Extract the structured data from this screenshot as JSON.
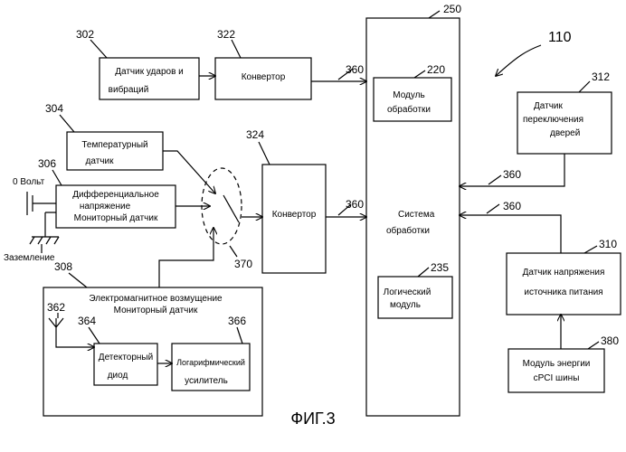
{
  "figure": {
    "caption": "ФИГ.3",
    "ref": "110"
  },
  "blocks": {
    "shock_sensor": {
      "ref": "302",
      "line1": "Датчик ударов и",
      "line2": "вибраций"
    },
    "converter_top": {
      "ref": "322",
      "label": "Конвертор"
    },
    "temp_sensor": {
      "ref": "304",
      "line1": "Температурный",
      "line2": "датчик"
    },
    "diff_monitor": {
      "ref": "306",
      "line1": "Дифференциальное",
      "line2": "напряжение",
      "line3": "Мониторный датчик",
      "zero_volt": "0 Вольт",
      "ground": "Заземление"
    },
    "converter_mid": {
      "ref": "324",
      "label": "Конвертор"
    },
    "switch": {
      "ref": "370"
    },
    "em_monitor": {
      "ref": "308",
      "line1": "Электромагнитное возмущение",
      "line2": "Мониторный датчик"
    },
    "antenna": {
      "ref": "362"
    },
    "detector_diode": {
      "ref": "364",
      "line1": "Детекторный",
      "line2": "диод"
    },
    "log_amplifier": {
      "ref": "366",
      "line1": "Логарифмический",
      "line2": "усилитель"
    },
    "processing_system": {
      "ref": "250",
      "line1": "Система",
      "line2": "обработки"
    },
    "processing_module": {
      "ref": "220",
      "line1": "Модуль",
      "line2": "обработки"
    },
    "logic_module": {
      "ref": "235",
      "line1": "Логический",
      "line2": "модуль"
    },
    "door_sensor": {
      "ref": "312",
      "line1": "Датчик",
      "line2": "переключения",
      "line3": "дверей"
    },
    "voltage_sensor": {
      "ref": "310",
      "line1": "Датчик напряжения",
      "line2": "источника питания"
    },
    "cpci_module": {
      "ref": "380",
      "line1": "Модуль энергии",
      "line2": "cPCI шины"
    }
  },
  "bus_labels": {
    "a": "360",
    "b": "360",
    "c": "360",
    "d": "360"
  }
}
